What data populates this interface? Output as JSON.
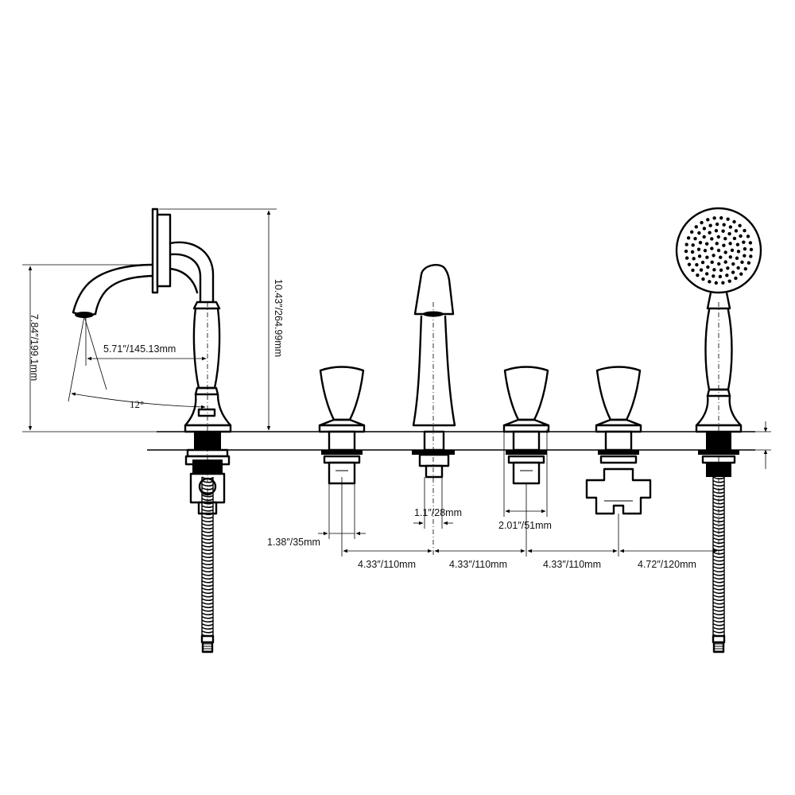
{
  "dimensions": {
    "spout_height": "7.84″/199.1mm",
    "total_height": "10.43″/264.99mm",
    "spout_reach": "5.71″/145.13mm",
    "spout_angle": "12°",
    "handle_base": "1.38″/35mm",
    "center_base": "1.1″/28mm",
    "valve_width": "2.01″/51mm",
    "spacing_1": "4.33″/110mm",
    "spacing_2": "4.33″/110mm",
    "spacing_3": "4.33″/110mm",
    "spacing_4": "4.72″/120mm"
  }
}
